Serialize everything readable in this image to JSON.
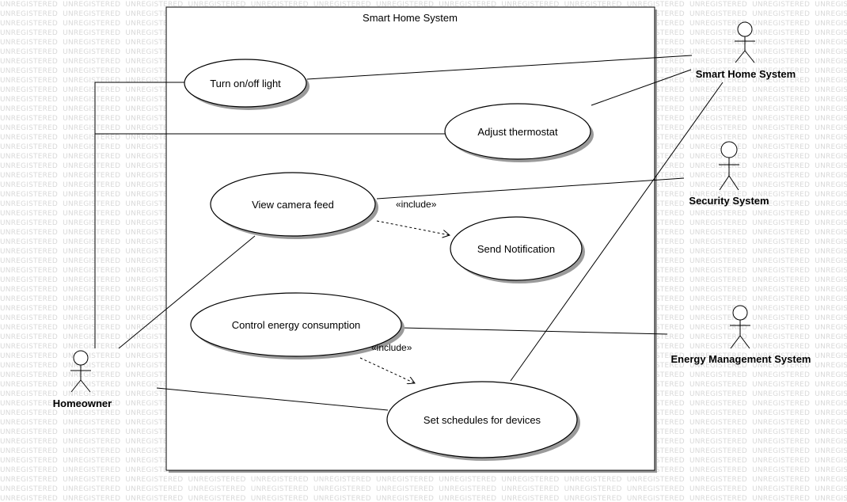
{
  "watermark_text": "UNREGISTERED",
  "system": {
    "title": "Smart Home System"
  },
  "use_cases": {
    "light": "Turn on/off light",
    "thermostat": "Adjust thermostat",
    "camera": "View camera feed",
    "notification": "Send Notification",
    "energy": "Control energy consumption",
    "schedules": "Set schedules for devices"
  },
  "actors": {
    "homeowner": "Homeowner",
    "smart_home": "Smart Home System",
    "security": "Security System",
    "energy_mgmt": "Energy Management System"
  },
  "relations": {
    "include_1": "«include»",
    "include_2": "«include»"
  }
}
